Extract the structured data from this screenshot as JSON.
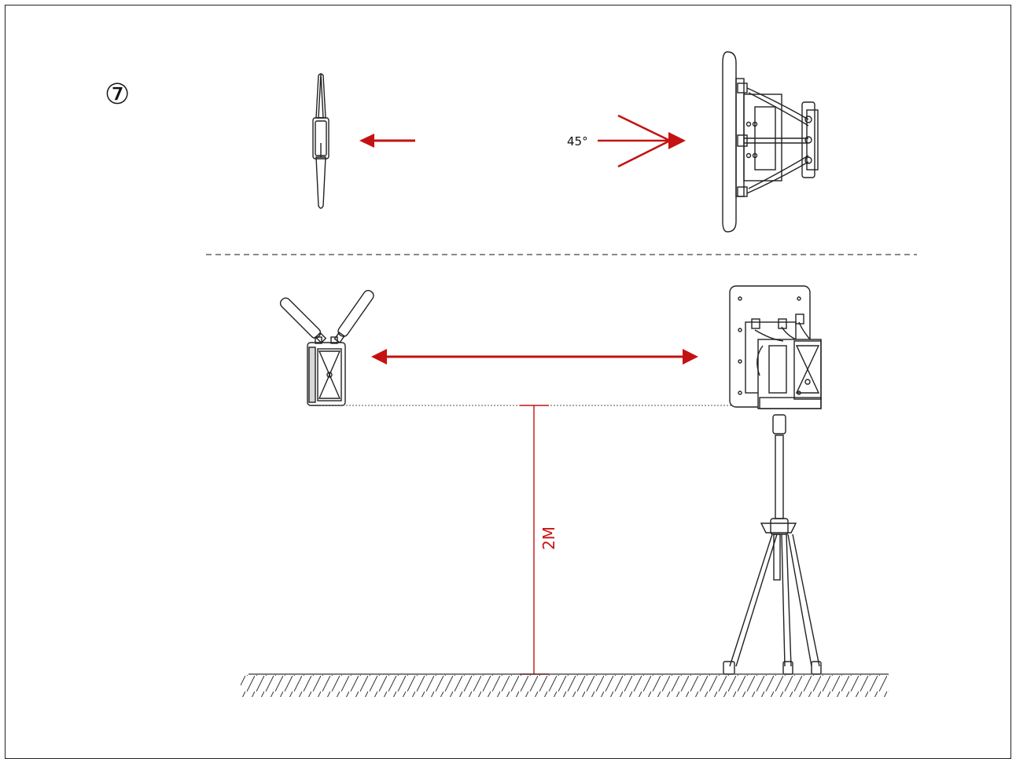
{
  "figure": {
    "step_marker": "⑦",
    "angle_label": "45°",
    "height_label": "2M"
  },
  "colors": {
    "arrow": "#c41212",
    "line": "#222222",
    "dashed": "#444444"
  }
}
